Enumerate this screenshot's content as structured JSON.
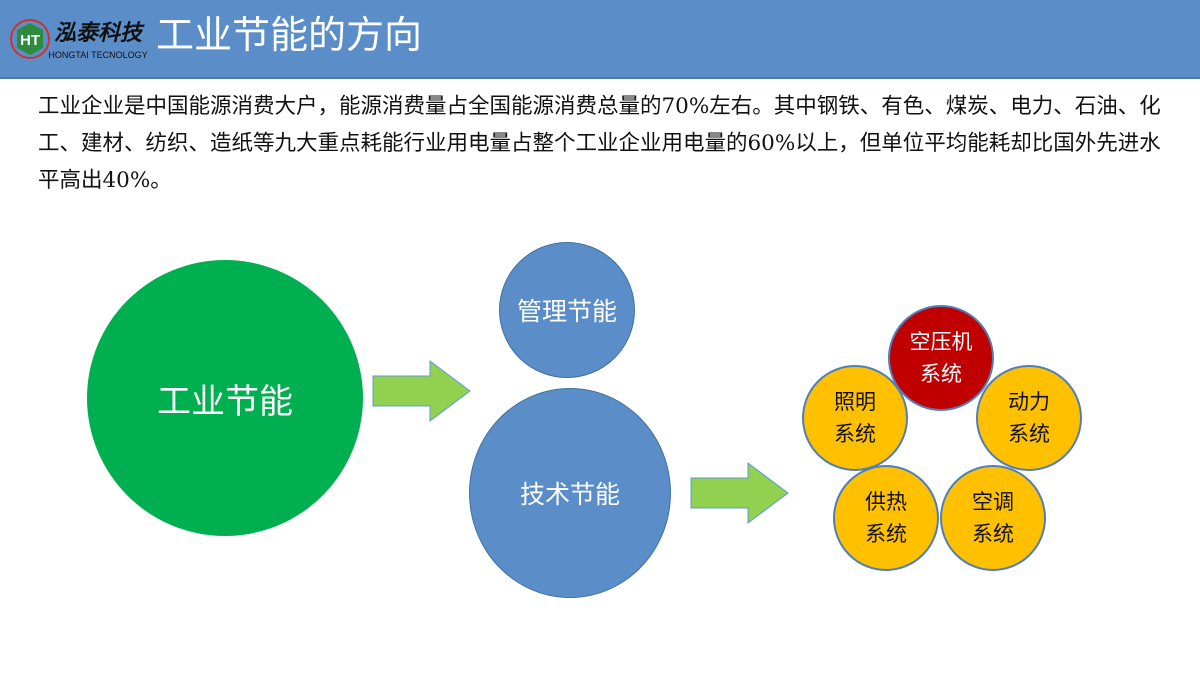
{
  "header": {
    "title": "工业节能的方向",
    "logo": {
      "mark": "HT",
      "name": "泓泰科技",
      "sub": "HONGTAI TECNOLOGY"
    }
  },
  "intro": "工业企业是中国能源消费大户，能源消费量占全国能源消费总量的70%左右。其中钢铁、有色、煤炭、电力、石油、化工、建材、纺织、造纸等九大重点耗能行业用电量占整个工业企业用电量的60%以上，但单位平均能耗却比国外先进水平高出40%。",
  "diagram": {
    "main": "工业节能",
    "management": "管理节能",
    "technology": "技术节能",
    "systems": [
      {
        "l1": "空压机",
        "l2": "系统"
      },
      {
        "l1": "照明",
        "l2": "系统"
      },
      {
        "l1": "动力",
        "l2": "系统"
      },
      {
        "l1": "供热",
        "l2": "系统"
      },
      {
        "l1": "空调",
        "l2": "系统"
      }
    ],
    "colors": {
      "green": "#00b050",
      "blue": "#5b8ec9",
      "red": "#c00000",
      "yellow": "#ffc000",
      "arrow": "#92d050"
    }
  }
}
